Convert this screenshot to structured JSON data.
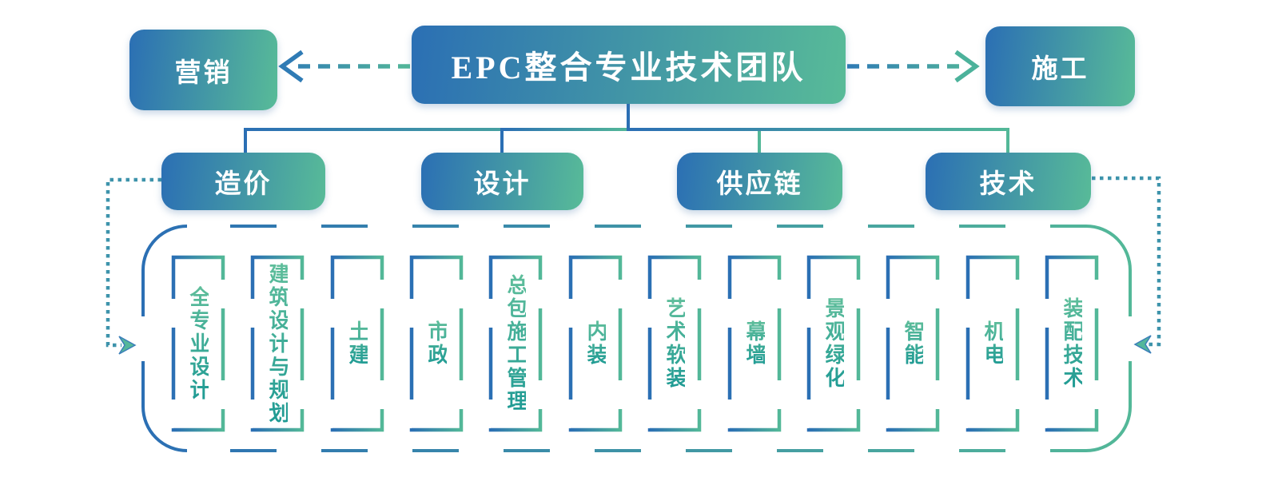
{
  "title": {
    "label": "EPC整合专业技术团队"
  },
  "side_nodes": {
    "left": {
      "label": "营销"
    },
    "right": {
      "label": "施工"
    }
  },
  "departments": [
    {
      "label": "造价"
    },
    {
      "label": "设计"
    },
    {
      "label": "供应链"
    },
    {
      "label": "技术"
    }
  ],
  "specialties": [
    {
      "label": "全专业设计"
    },
    {
      "label": "建筑设计与规划"
    },
    {
      "label": "土建"
    },
    {
      "label": "市政"
    },
    {
      "label": "总包施工管理"
    },
    {
      "label": "内装"
    },
    {
      "label": "艺术软装"
    },
    {
      "label": "幕墙"
    },
    {
      "label": "景观绿化"
    },
    {
      "label": "智能"
    },
    {
      "label": "机电"
    },
    {
      "label": "装配技术"
    }
  ],
  "colors": {
    "node_gradient_start": "#2b6fb4",
    "node_gradient_end": "#58bb98",
    "connector_blue": "#2e74b6",
    "connector_green": "#4fb49a",
    "dotted_teal": "#3d93ab",
    "specialty_text_top": "#5fbe9b",
    "specialty_text_bottom": "#1e9a94",
    "specialty_text_shadow": "#aac5e5",
    "node_text": "#ffffff"
  }
}
